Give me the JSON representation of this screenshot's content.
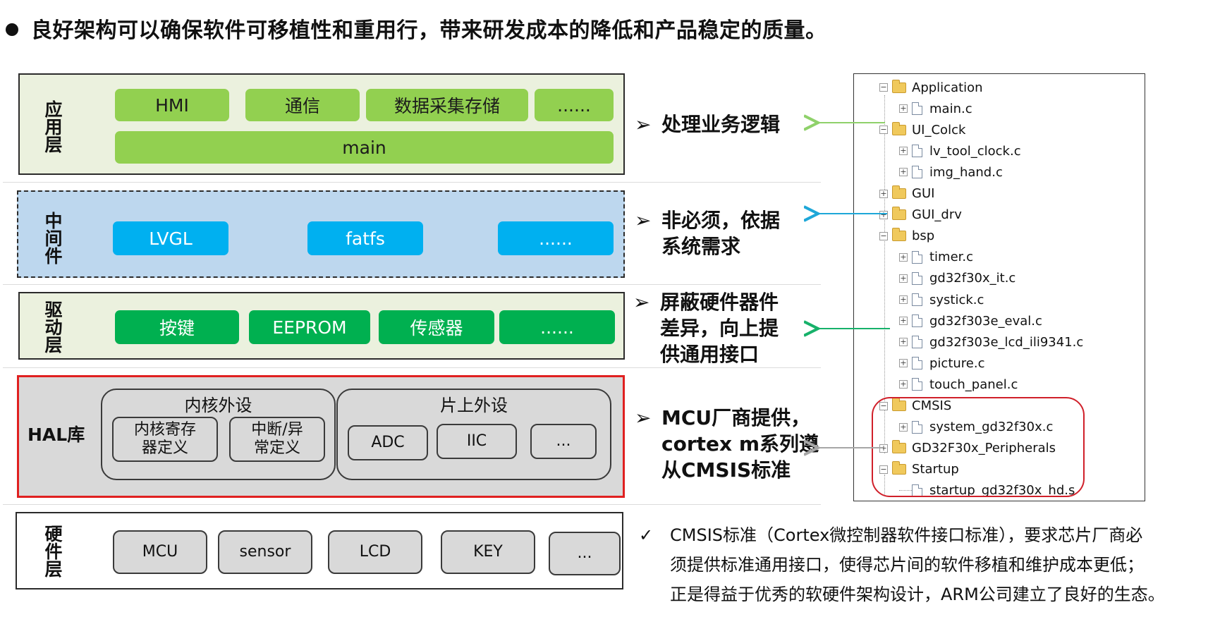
{
  "title": "良好架构可以确保软件可移植性和重用行，带来研发成本的降低和产品稳定的质量。",
  "layers": {
    "app": {
      "label": "应用层",
      "items": [
        "HMI",
        "通信",
        "数据采集存储",
        "......"
      ],
      "main": "main"
    },
    "middleware": {
      "label": "中间件",
      "items": [
        "LVGL",
        "fatfs",
        "......"
      ]
    },
    "driver": {
      "label": "驱动层",
      "items": [
        "按键",
        "EEPROM",
        "传感器",
        "......"
      ]
    },
    "hal": {
      "label": "HAL库",
      "core_group": {
        "title": "内核外设",
        "items": [
          "内核寄存器定义",
          "中断/异常定义"
        ]
      },
      "onchip_group": {
        "title": "片上外设",
        "items": [
          "ADC",
          "IIC",
          "..."
        ]
      }
    },
    "hardware": {
      "label": "硬件层",
      "items": [
        "MCU",
        "sensor",
        "LCD",
        "KEY",
        "..."
      ]
    }
  },
  "descriptions": {
    "marker": "➢",
    "app": [
      "处理业务逻辑"
    ],
    "middleware": [
      "非必须，依据",
      "系统需求"
    ],
    "driver": [
      "屏蔽硬件器件",
      "差异，向上提",
      "供通用接口"
    ],
    "hal": [
      "MCU厂商提供，",
      "cortex m系列遵",
      "从CMSIS标准"
    ]
  },
  "tree": [
    {
      "name": "Application",
      "kind": "folder",
      "toggle": "−",
      "level": 0
    },
    {
      "name": "main.c",
      "kind": "file",
      "toggle": "+",
      "level": 1
    },
    {
      "name": "UI_Colck",
      "kind": "folder",
      "toggle": "−",
      "level": 0
    },
    {
      "name": "lv_tool_clock.c",
      "kind": "file",
      "toggle": "+",
      "level": 1
    },
    {
      "name": "img_hand.c",
      "kind": "file",
      "toggle": "+",
      "level": 1
    },
    {
      "name": "GUI",
      "kind": "folder",
      "toggle": "+",
      "level": 0
    },
    {
      "name": "GUI_drv",
      "kind": "folder",
      "toggle": "+",
      "level": 0
    },
    {
      "name": "bsp",
      "kind": "folder",
      "toggle": "−",
      "level": 0
    },
    {
      "name": "timer.c",
      "kind": "file",
      "toggle": "+",
      "level": 1
    },
    {
      "name": "gd32f30x_it.c",
      "kind": "file",
      "toggle": "+",
      "level": 1
    },
    {
      "name": "systick.c",
      "kind": "file",
      "toggle": "+",
      "level": 1
    },
    {
      "name": "gd32f303e_eval.c",
      "kind": "file",
      "toggle": "+",
      "level": 1
    },
    {
      "name": "gd32f303e_lcd_ili9341.c",
      "kind": "file",
      "toggle": "+",
      "level": 1
    },
    {
      "name": "picture.c",
      "kind": "file",
      "toggle": "+",
      "level": 1
    },
    {
      "name": "touch_panel.c",
      "kind": "file",
      "toggle": "+",
      "level": 1
    },
    {
      "name": "CMSIS",
      "kind": "folder",
      "toggle": "−",
      "level": 0
    },
    {
      "name": "system_gd32f30x.c",
      "kind": "file",
      "toggle": "+",
      "level": 1
    },
    {
      "name": "GD32F30x_Peripherals",
      "kind": "folder",
      "toggle": "+",
      "level": 0
    },
    {
      "name": "Startup",
      "kind": "folder",
      "toggle": "−",
      "level": 0
    },
    {
      "name": "startup_gd32f30x_hd.s",
      "kind": "file",
      "toggle": "",
      "level": 1
    }
  ],
  "note": {
    "marker": "✓",
    "lines": [
      "CMSIS标准（Cortex微控制器软件接口标准），要求芯片厂商必",
      "须提供标准通用接口，使得芯片间的软件移植和维护成本更低；",
      "正是得益于优秀的软硬件架构设计，ARM公司建立了良好的生态。"
    ]
  },
  "colors": {
    "app_bg": "#ebf1de",
    "app_pill": "#92d050",
    "middleware_bg": "#bdd7ee",
    "middleware_pill": "#00b0f0",
    "driver_bg": "#ebf1de",
    "driver_pill": "#00b050",
    "hal_bg": "#d9d9d9",
    "hal_border": "#e02020",
    "arrow_green": "#8fd16a",
    "arrow_blue": "#1ea7d8",
    "arrow_darkgreen": "#17b16a",
    "arrow_gray": "#a6a6a6",
    "highlight": "#d0202a"
  }
}
